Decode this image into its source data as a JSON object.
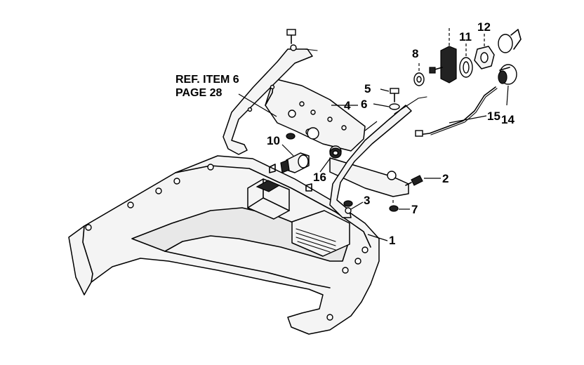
{
  "reference_note": {
    "line1": "REF. ITEM 6",
    "line2": "PAGE 28"
  },
  "callouts": [
    {
      "id": "c1",
      "text": "1"
    },
    {
      "id": "c2",
      "text": "2"
    },
    {
      "id": "c3",
      "text": "3"
    },
    {
      "id": "c4",
      "text": "4"
    },
    {
      "id": "c5",
      "text": "5"
    },
    {
      "id": "c6",
      "text": "6"
    },
    {
      "id": "c7",
      "text": "7"
    },
    {
      "id": "c8",
      "text": "8"
    },
    {
      "id": "c10",
      "text": "10"
    },
    {
      "id": "c11",
      "text": "11"
    },
    {
      "id": "c12",
      "text": "12"
    },
    {
      "id": "c14",
      "text": "14"
    },
    {
      "id": "c15",
      "text": "15"
    },
    {
      "id": "c16",
      "text": "16"
    }
  ]
}
